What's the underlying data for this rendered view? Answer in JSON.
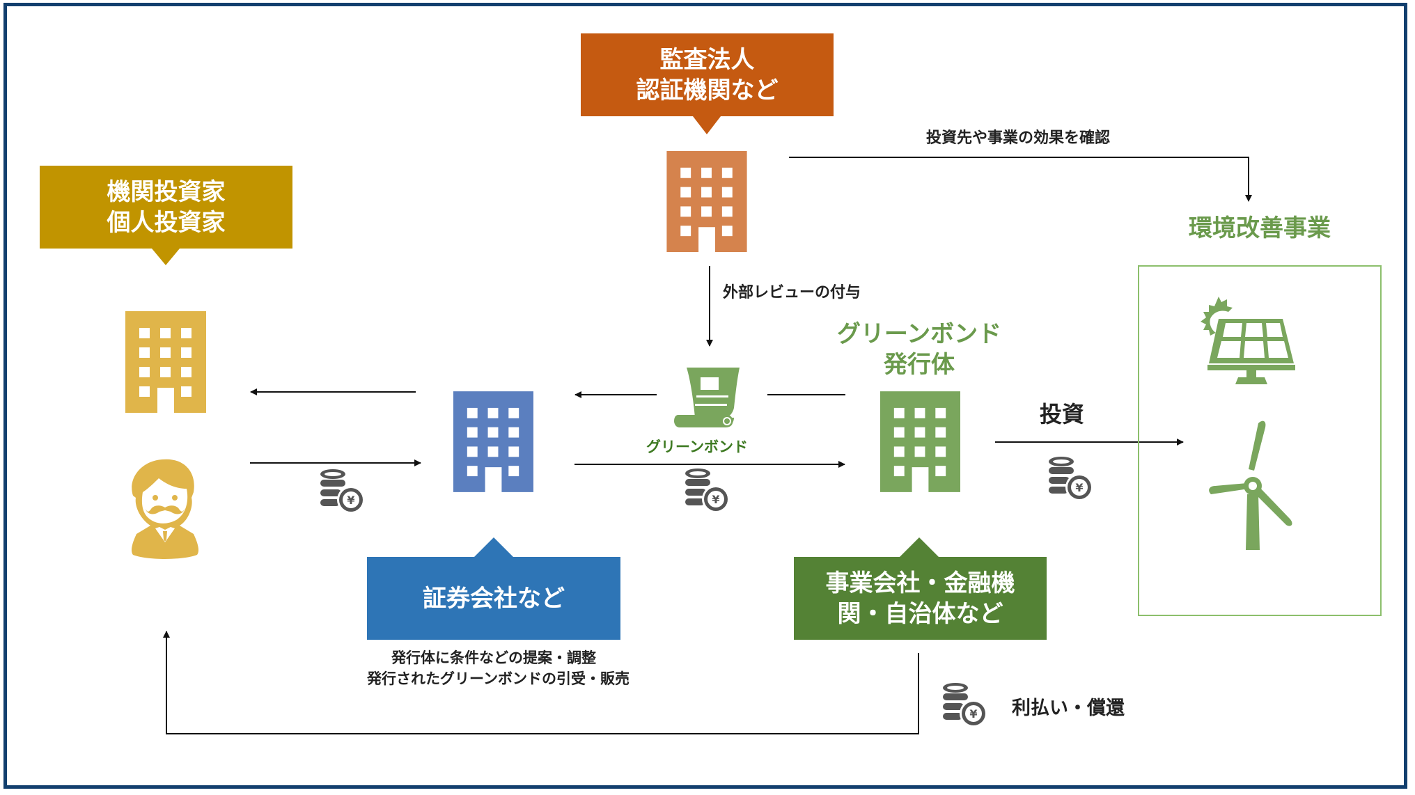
{
  "colors": {
    "frame": "#123f6e",
    "investor": "#c19400",
    "investor_icon": "#e0b54a",
    "auditor": "#c55a11",
    "auditor_icon": "#d5834d",
    "securities": "#2e75b6",
    "securities_icon": "#5b7fbf",
    "issuer_label": "#548235",
    "green": "#7aa65d",
    "coin": "#555555",
    "arrow": "#111111"
  },
  "investor": {
    "label_line1": "機関投資家",
    "label_line2": "個人投資家",
    "icons": [
      "building-icon",
      "investor-person-icon"
    ]
  },
  "auditor": {
    "label_line1": "監査法人",
    "label_line2": "認証機関など",
    "icon": "building-icon"
  },
  "securities": {
    "label": "証券会社など",
    "description_line1": "発行体に条件などの提案・調整",
    "description_line2": "発行されたグリーンボンドの引受・販売",
    "icon": "building-icon"
  },
  "issuer": {
    "title_line1": "グリーンボンド",
    "title_line2": "発行体",
    "label_line1": "事業会社・金融機",
    "label_line2": "関・自治体など",
    "icon": "building-icon"
  },
  "green_bond": {
    "label": "グリーンボンド",
    "icon": "bond-scroll-icon"
  },
  "project": {
    "title": "環境改善事業",
    "icons": [
      "solar-panel-icon",
      "wind-turbine-icon"
    ]
  },
  "flows": {
    "review": "外部レビューの付与",
    "verify": "投資先や事業の効果を確認",
    "invest": "投資",
    "repay": "利払い・償還",
    "currency_symbol": "¥"
  }
}
